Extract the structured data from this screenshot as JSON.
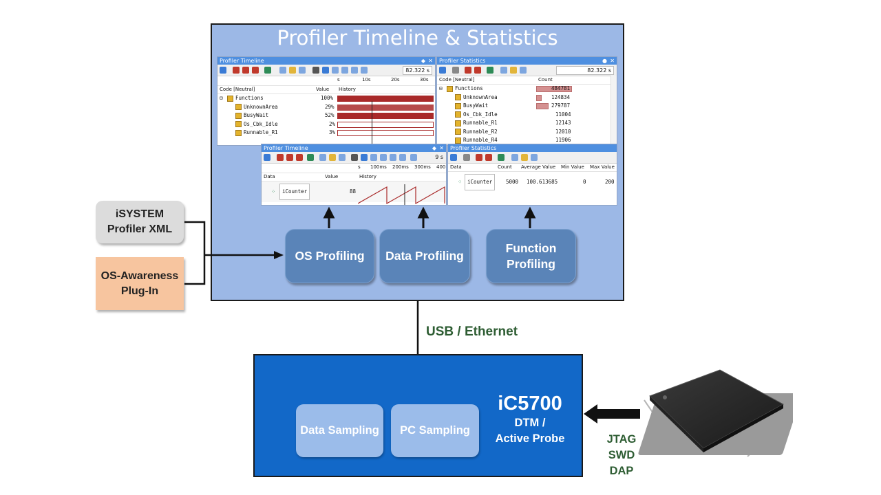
{
  "frame": {
    "title": "Profiler Timeline & Statistics"
  },
  "windows": {
    "timeline_os": {
      "title": "Profiler Timeline",
      "readout": "82.322 s",
      "ticks": [
        "s",
        "10s",
        "20s",
        "30s"
      ],
      "col_code": "Code [Neutral]",
      "col_value": "Value",
      "col_history": "History",
      "rows": [
        {
          "name": "Functions",
          "value": "100%",
          "fill": 1.0
        },
        {
          "name": "UnknownArea",
          "value": "29%",
          "fill": 1.0
        },
        {
          "name": "BusyWait",
          "value": "52%",
          "fill": 1.0
        },
        {
          "name": "Os_Cbk_Idle",
          "value": "2%",
          "fill": 1.0
        },
        {
          "name": "Runnable_R1",
          "value": "3%",
          "fill": 1.0
        }
      ]
    },
    "stats_os": {
      "title": "Profiler Statistics",
      "readout": "82.322 s",
      "col_code": "Code [Neutral]",
      "col_count": "Count",
      "rows": [
        {
          "name": "Functions",
          "count": "484781",
          "fill": 0.95
        },
        {
          "name": "UnknownArea",
          "count": "124834",
          "fill": 0.25
        },
        {
          "name": "BusyWait",
          "count": "279787",
          "fill": 0.58
        },
        {
          "name": "Os_Cbk_Idle",
          "count": "11004",
          "fill": 0.0
        },
        {
          "name": "Runnable_R1",
          "count": "12143",
          "fill": 0.0
        },
        {
          "name": "Runnable_R2",
          "count": "12010",
          "fill": 0.0
        },
        {
          "name": "Runnable_R4",
          "count": "11906",
          "fill": 0.0
        }
      ]
    },
    "timeline_data": {
      "title": "Profiler Timeline",
      "readout": "9 s",
      "ticks": [
        "s",
        "100ms",
        "200ms",
        "300ms",
        "400"
      ],
      "col_data": "Data",
      "col_value": "Value",
      "col_history": "History",
      "row": {
        "name": "iCounter",
        "value": "88"
      }
    },
    "stats_data": {
      "title": "Profiler Statistics",
      "cols": [
        "Data",
        "Count",
        "Average Value",
        "Min Value",
        "Max Value"
      ],
      "row": {
        "name": "iCounter",
        "count": "5000",
        "avg": "100.613685",
        "min": "0",
        "max": "200"
      }
    }
  },
  "boxes": {
    "os": "OS Profiling",
    "data": "Data Profiling",
    "function_l1": "Function",
    "function_l2": "Profiling"
  },
  "inputs": {
    "isystem_l1": "iSYSTEM",
    "isystem_l2": "Profiler XML",
    "osaware_l1": "OS-Awareness",
    "osaware_l2": "Plug-In"
  },
  "connection": "USB / Ethernet",
  "bottom": {
    "data_sampling": "Data Sampling",
    "pc_sampling": "PC Sampling",
    "device": "iC5700",
    "device_l1": "DTM /",
    "device_l2": "Active Probe"
  },
  "interfaces": [
    "JTAG",
    "SWD",
    "DAP"
  ],
  "colors": {
    "frame_top": "#9cb8e6",
    "frame_bottom": "#1268c8",
    "accent_green": "#2e5d33",
    "osaware": "#f7c59f",
    "isystem": "#dcdcdc"
  }
}
